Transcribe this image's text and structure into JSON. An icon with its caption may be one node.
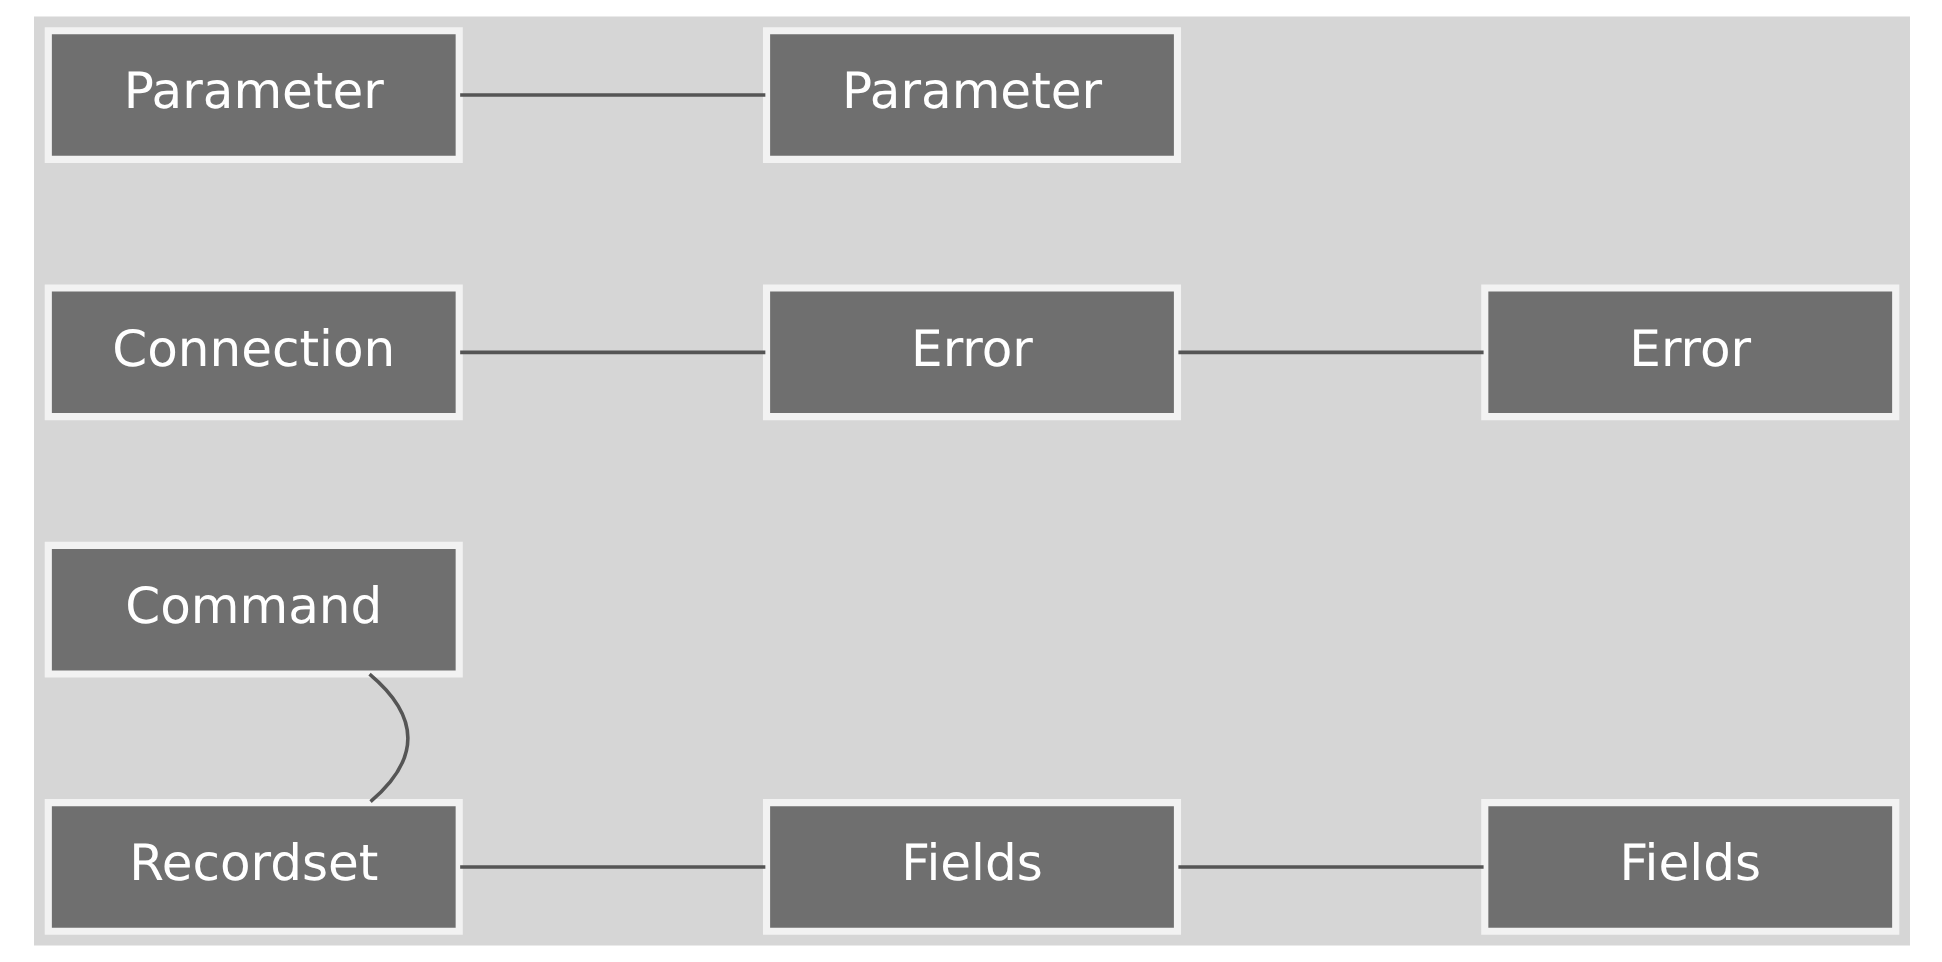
{
  "diagram": {
    "nodes": [
      {
        "text": [
          "Connection"
        ]
      },
      {
        "text": [
          "Error"
        ]
      },
      {
        "text": [
          "Error"
        ]
      },
      {
        "text": [
          "Command"
        ]
      },
      {
        "text": [
          "Parameter"
        ]
      },
      {
        "text": [
          "Parameter"
        ]
      },
      {
        "text": [
          "Recordset"
        ]
      },
      {
        "text": [
          "Fields"
        ]
      },
      {
        "text": [
          "Fields"
        ]
      }
    ],
    "edges": [
      {
        "from": 0,
        "to": 1,
        "arrow": "none"
      },
      {
        "from": 1,
        "to": 2,
        "arrow": "none"
      },
      {
        "from": 3,
        "to": 6,
        "arrow": "none"
      },
      {
        "from": 4,
        "to": 5,
        "arrow": "none"
      },
      {
        "from": 6,
        "to": 7,
        "arrow": "none"
      },
      {
        "from": 7,
        "to": 8,
        "arrow": "none"
      }
    ]
  }
}
